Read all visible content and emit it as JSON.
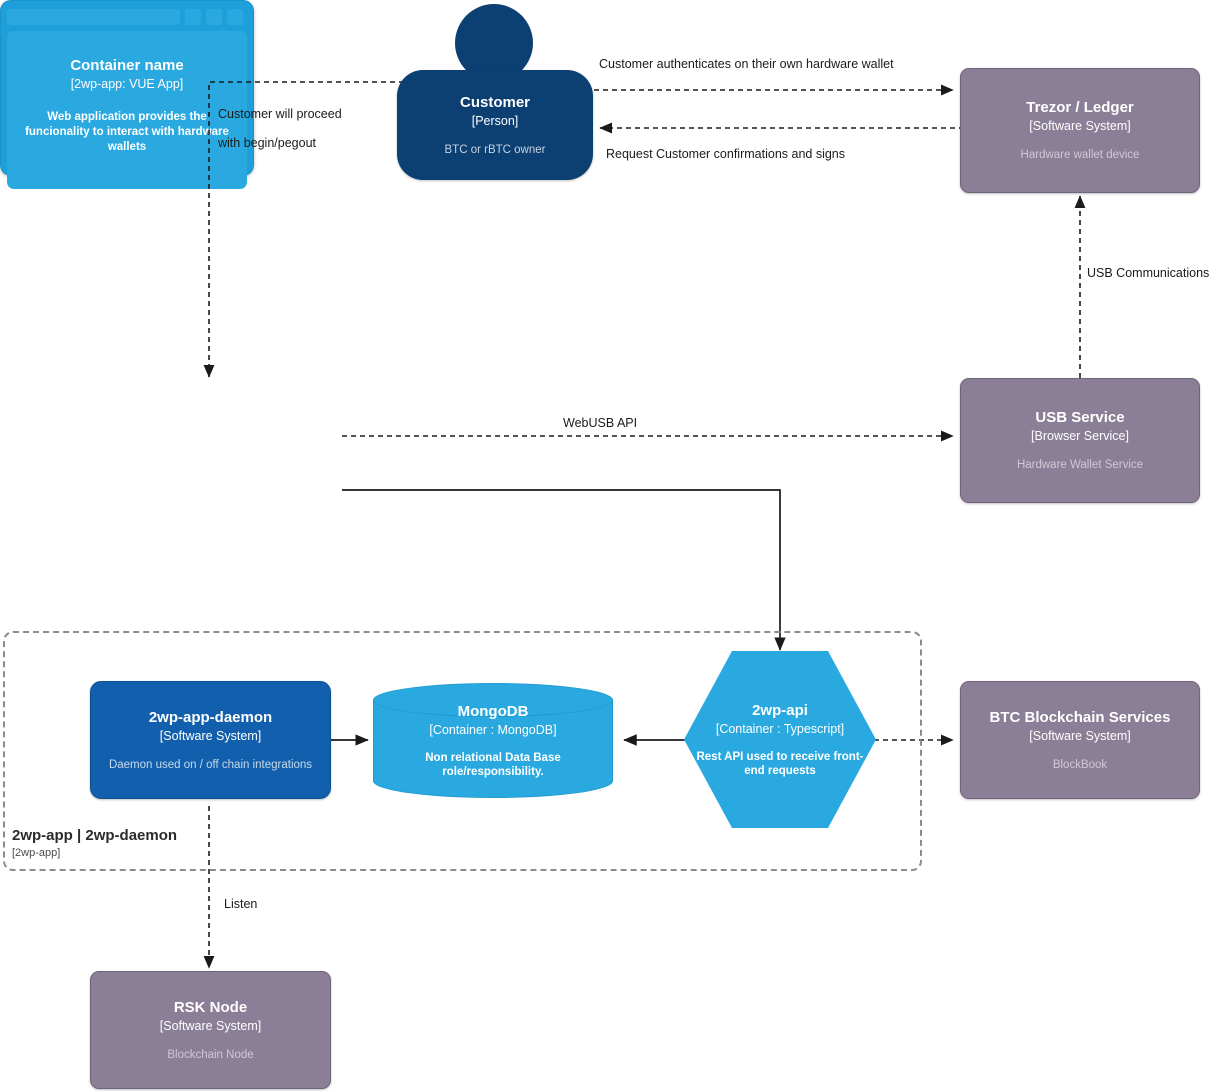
{
  "diagram": {
    "type": "c4-container-diagram",
    "colors": {
      "person": "#0c3f72",
      "software_system": "#8a7f96",
      "software_system_blue": "#1260ad",
      "container": "#2aa9e0",
      "boundary": "#8c8c8c",
      "edge": "#1b1b1b",
      "background": "#ffffff"
    }
  },
  "nodes": {
    "customer": {
      "name": "Customer",
      "tech": "[Person]",
      "description": "BTC or rBTC owner"
    },
    "trezor_ledger": {
      "name": "Trezor / Ledger",
      "tech": "[Software System]",
      "description": "Hardware wallet device"
    },
    "usb_service": {
      "name": "USB Service",
      "tech": "[Browser Service]",
      "description": "Hardware Wallet Service"
    },
    "container_name": {
      "name": "Container name",
      "tech": "[2wp-app: VUE App]",
      "description": "Web application provides the funcionality to interact with hardware wallets"
    },
    "daemon": {
      "name": "2wp-app-daemon",
      "tech": "[Software System]",
      "description": "Daemon used on / off chain integrations"
    },
    "mongodb": {
      "name": "MongoDB",
      "tech": "[Container : MongoDB]",
      "description": "Non relational Data Base role/responsibility."
    },
    "twp_api": {
      "name": "2wp-api",
      "tech": "[Container : Typescript]",
      "description": "Rest API used to receive front-end requests"
    },
    "btc_blockchain": {
      "name": "BTC Blockchain Services",
      "tech": "[Software System]",
      "description": "BlockBook"
    },
    "rsk_node": {
      "name": "RSK Node",
      "tech": "[Software System]",
      "description": "Blockchain Node"
    }
  },
  "boundary": {
    "name": "2wp-app | 2wp-daemon",
    "tech": "[2wp-app]"
  },
  "edges": {
    "customer_to_trezor": "Customer authenticates on their own hardware wallet",
    "trezor_to_customer": "Request Customer confirmations and signs",
    "customer_to_container_line1": "Customer will proceed",
    "customer_to_container_line2": "with begin/pegout",
    "container_to_usb_service": "WebUSB API",
    "usb_service_to_trezor": "USB Communications",
    "daemon_to_rsk_node": "Listen"
  }
}
